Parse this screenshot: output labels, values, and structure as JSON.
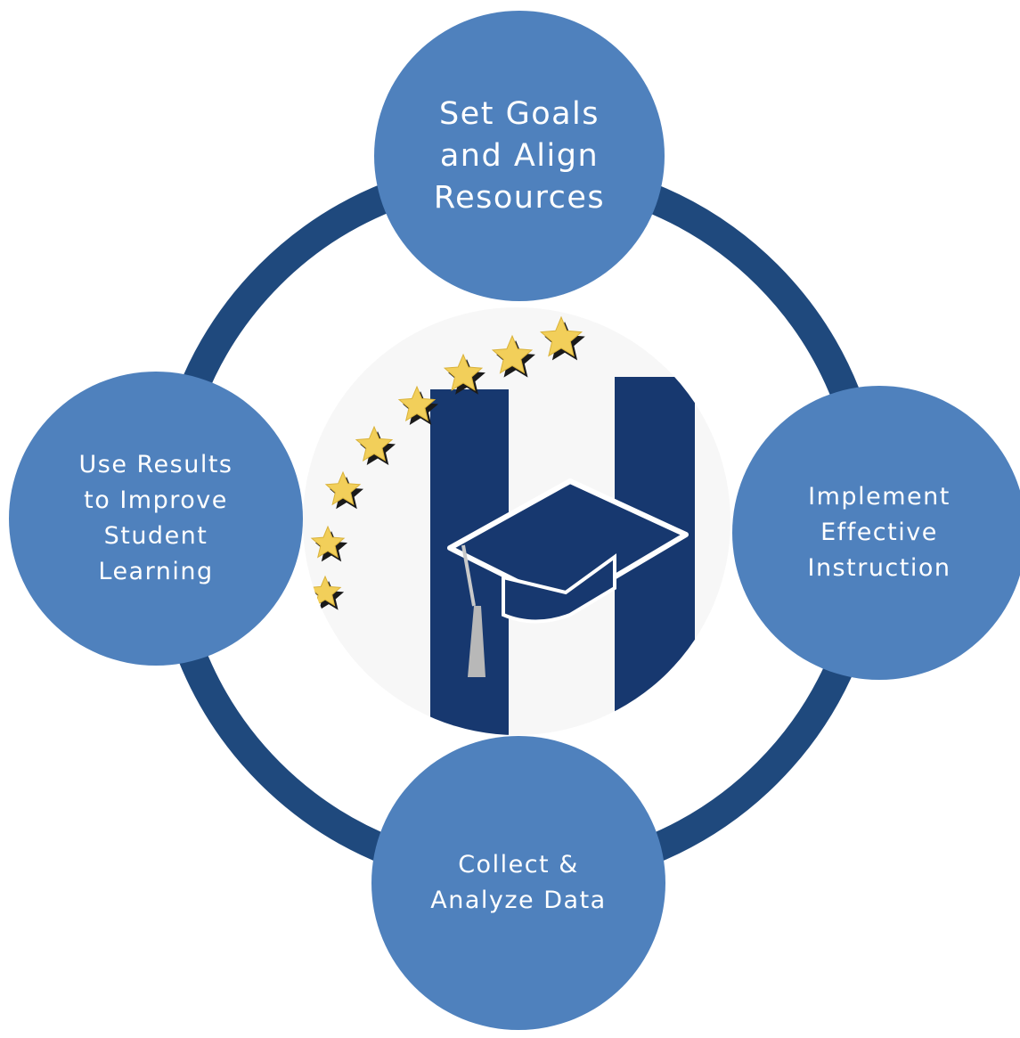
{
  "colors": {
    "ring": "#1f497d",
    "node_fill": "#4f81bd",
    "node_text": "#ffffff",
    "logo_navy": "#17386f",
    "star_gold": "#f2cf5a"
  },
  "cycle": {
    "nodes": [
      {
        "id": "top",
        "label": "Set Goals\nand Align\nResources"
      },
      {
        "id": "right",
        "label": "Implement\nEffective\nInstruction"
      },
      {
        "id": "bottom",
        "label": "Collect &\nAnalyze Data"
      },
      {
        "id": "left",
        "label": "Use Results\nto Improve\nStudent\nLearning"
      }
    ]
  },
  "center_logo": {
    "letter": "H",
    "icons": [
      "graduation-cap-icon",
      "star-icon"
    ]
  }
}
